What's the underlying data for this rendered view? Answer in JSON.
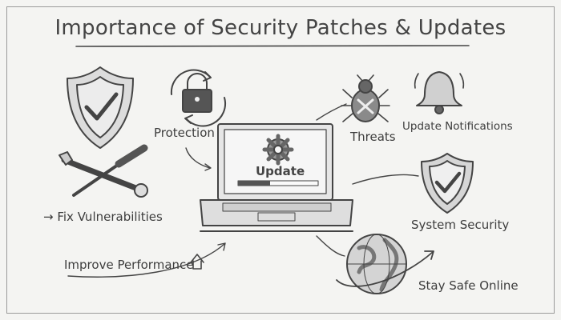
{
  "title": "Importance of Security Patches & Updates",
  "labels": {
    "protection": "Protection",
    "fix_vulnerabilities": "Fix Vulnerabilities",
    "improve_performance": "Improve Performance",
    "update": "Update",
    "threats": "Threats",
    "update_notifications": "Update Notifications",
    "system_security": "System Security",
    "stay_safe_online": "Stay Safe Online"
  },
  "update_progress": 0.4,
  "icons": [
    "shield-check-icon",
    "padlock-refresh-icon",
    "wrench-screwdriver-icon",
    "laptop-icon",
    "gear-icon",
    "bug-icon",
    "bell-icon",
    "globe-icon",
    "house-up-arrow-icon"
  ],
  "colors": {
    "background": "#f4f4f2",
    "ink": "#3d3d3d"
  }
}
